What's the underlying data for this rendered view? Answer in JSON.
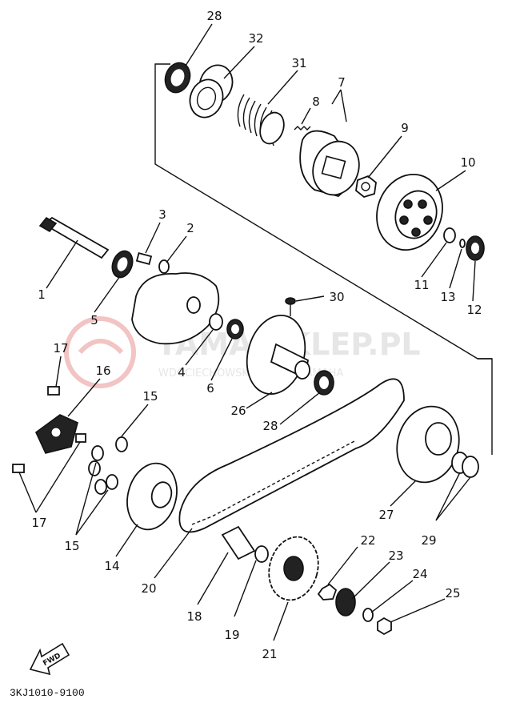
{
  "diagram": {
    "code": "3KJ1010-9100",
    "fwd_label": "FWD",
    "watermark": {
      "brand": "YAMA-SKLEP.PL",
      "tagline": "WDOCIECHOWSKI DEALER YAMAHA"
    },
    "callouts": [
      "28",
      "32",
      "31",
      "7",
      "8",
      "9",
      "10",
      "3",
      "2",
      "1",
      "5",
      "11",
      "13",
      "12",
      "30",
      "4",
      "6",
      "17",
      "16",
      "15",
      "26",
      "28",
      "27",
      "29",
      "17",
      "15",
      "14",
      "20",
      "18",
      "19",
      "21",
      "22",
      "23",
      "24",
      "25"
    ]
  }
}
